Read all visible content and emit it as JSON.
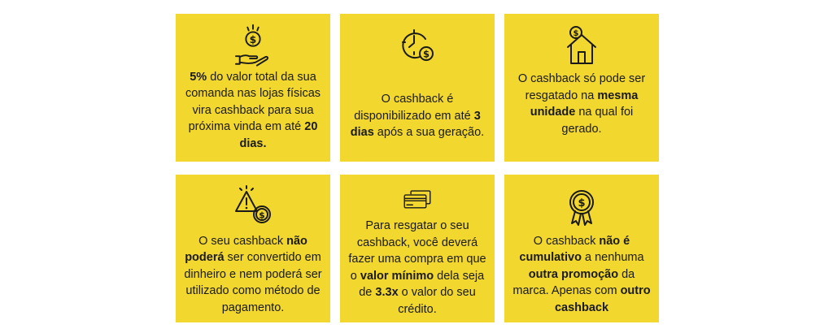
{
  "colors": {
    "card_bg": "#f2d72e",
    "text": "#1a1a1a",
    "page_bg": "#ffffff"
  },
  "cards": [
    {
      "icon": "hand-coin-icon",
      "parts": [
        {
          "t": "5%",
          "b": true
        },
        {
          "t": " do valor total da sua comanda nas lojas físicas vira cashback para sua próxima vinda em até ",
          "b": false
        },
        {
          "t": "20 dias.",
          "b": true
        }
      ]
    },
    {
      "icon": "clock-coin-icon",
      "parts": [
        {
          "t": "O cashback é disponibilizado em até ",
          "b": false
        },
        {
          "t": "3 dias",
          "b": true
        },
        {
          "t": " após a sua geração.",
          "b": false
        }
      ]
    },
    {
      "icon": "house-coin-icon",
      "parts": [
        {
          "t": "O cashback só pode ser resgatado na ",
          "b": false
        },
        {
          "t": "mesma unidade",
          "b": true
        },
        {
          "t": " na qual foi gerado.",
          "b": false
        }
      ]
    },
    {
      "icon": "warning-coin-icon",
      "parts": [
        {
          "t": "O seu cashback ",
          "b": false
        },
        {
          "t": "não poderá",
          "b": true
        },
        {
          "t": " ser convertido em dinheiro e nem poderá ser utilizado como método de pagamento.",
          "b": false
        }
      ]
    },
    {
      "icon": "credit-card-icon",
      "parts": [
        {
          "t": "Para resgatar o seu cashback, você deverá fazer uma compra em que o ",
          "b": false
        },
        {
          "t": "valor mínimo",
          "b": true
        },
        {
          "t": " dela seja de ",
          "b": false
        },
        {
          "t": "3.3x",
          "b": true
        },
        {
          "t": " o valor do seu crédito.",
          "b": false
        }
      ]
    },
    {
      "icon": "award-badge-icon",
      "parts": [
        {
          "t": "O cashback ",
          "b": false
        },
        {
          "t": "não é cumulativo",
          "b": true
        },
        {
          "t": " a nenhuma ",
          "b": false
        },
        {
          "t": "outra promoção",
          "b": true
        },
        {
          "t": " da marca. Apenas com ",
          "b": false
        },
        {
          "t": "outro cashback",
          "b": true
        }
      ]
    }
  ]
}
